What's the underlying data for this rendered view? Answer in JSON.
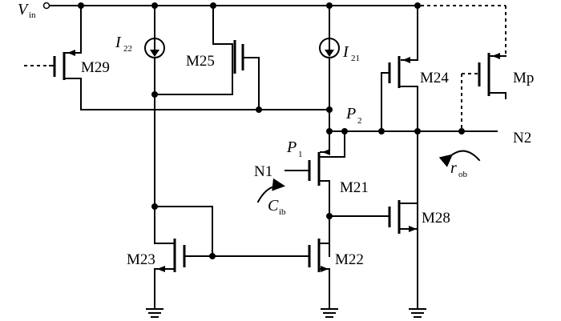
{
  "labels": {
    "vin": "V",
    "vin_sub": "in",
    "i22": "I",
    "i22_sub": "22",
    "i21": "I",
    "i21_sub": "21",
    "m29": "M29",
    "m25": "M25",
    "m24": "M24",
    "mp": "Mp",
    "p2": "P",
    "p2_sub": "2",
    "p1": "P",
    "p1_sub": "1",
    "n1": "N1",
    "n2": "N2",
    "m21": "M21",
    "rob": "r",
    "rob_sub": "ob",
    "cib": "C",
    "cib_sub": "ib",
    "m28": "M28",
    "m23": "M23",
    "m22": "M22"
  },
  "icons": [
    "current-source-icon",
    "ground-icon",
    "arrow-icon",
    "node-dot-icon"
  ]
}
